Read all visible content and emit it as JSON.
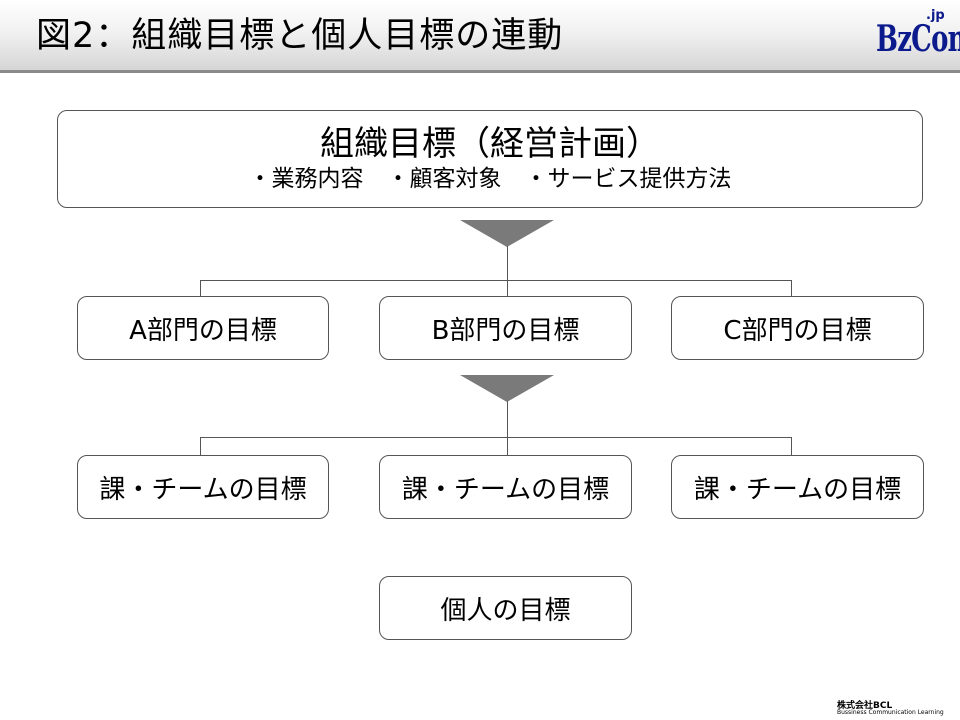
{
  "slide": {
    "title": "図2：組織目標と個人目標の連動"
  },
  "logo": {
    "main": "BzCom",
    "suffix": ".jp"
  },
  "diagram": {
    "top": {
      "title": "組織目標（経営計画）",
      "subtitle": "・業務内容　・顧客対象　・サービス提供方法"
    },
    "departments": [
      "A部門の目標",
      "B部門の目標",
      "C部門の目標"
    ],
    "teams": [
      "課・チームの目標",
      "課・チームの目標",
      "課・チームの目標"
    ],
    "individual": "個人の目標"
  },
  "footer": {
    "company": "株式会社BCL",
    "tagline": "Bussiness Communication Learning"
  }
}
